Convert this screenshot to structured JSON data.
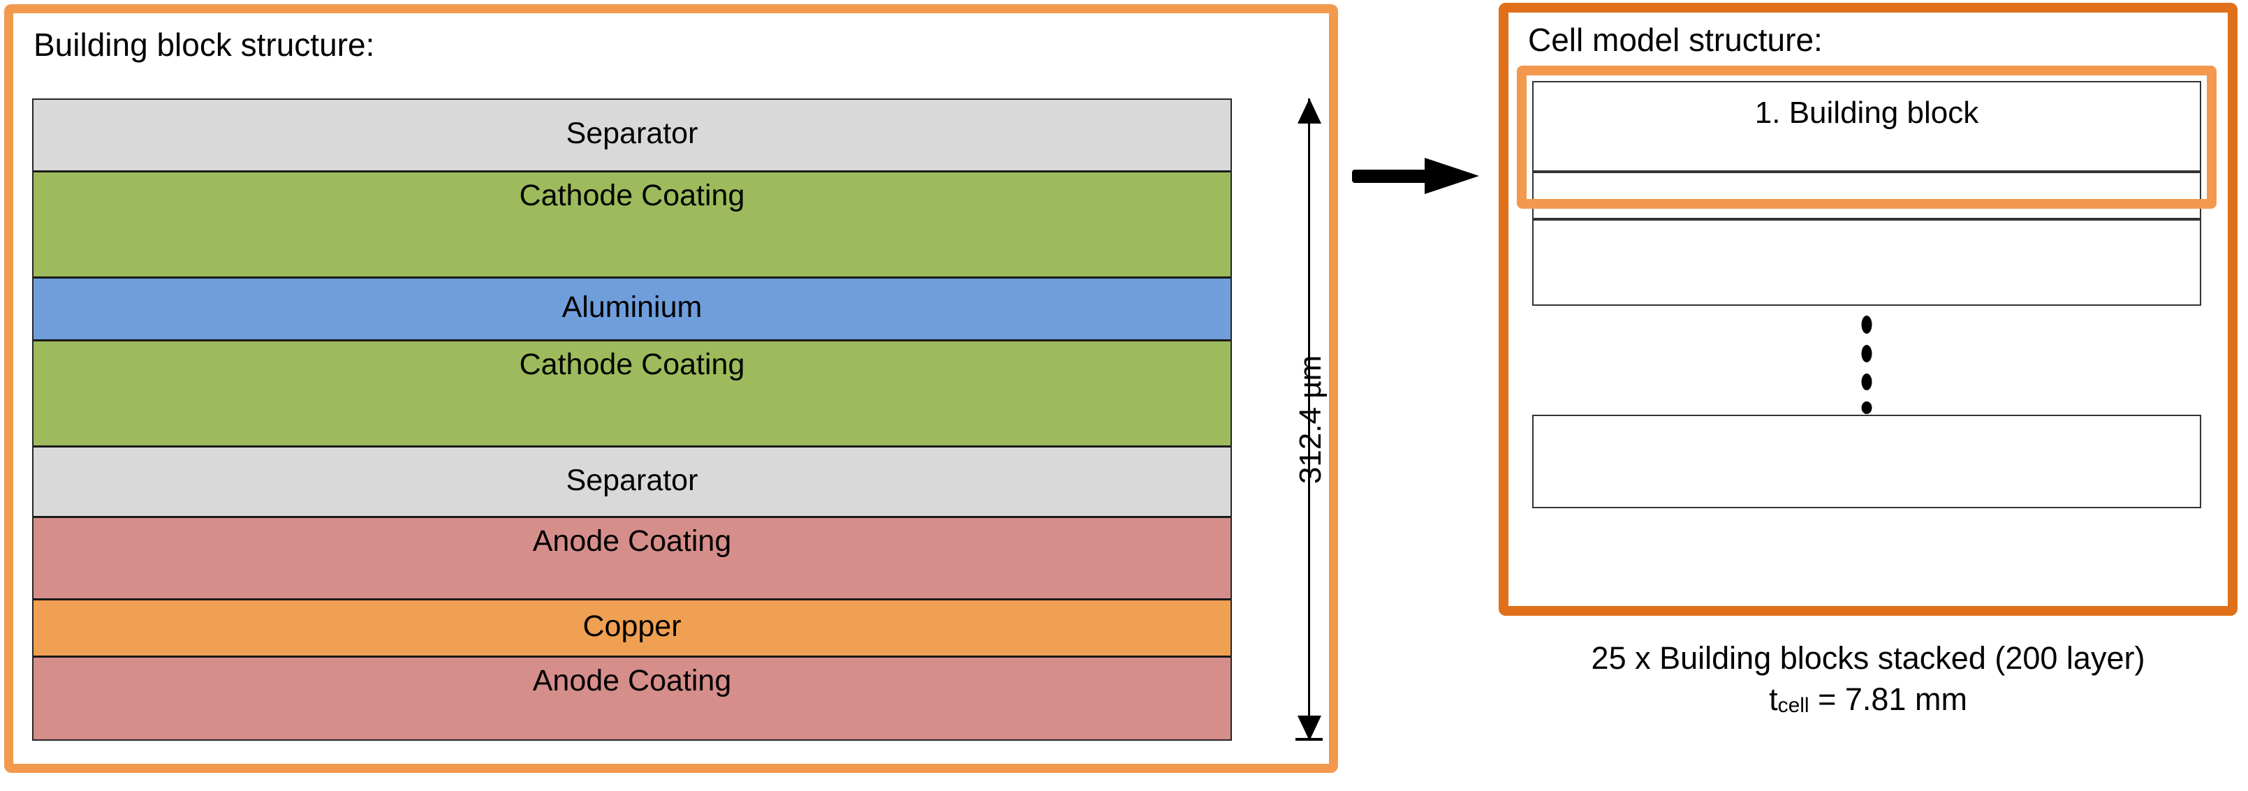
{
  "left_panel": {
    "title": "Building block structure:",
    "border_color": "#f2994e",
    "layers": [
      {
        "label": "Separator",
        "color": "#d9d9d9",
        "height_pct": 11.4
      },
      {
        "label": "Cathode Coating",
        "color": "#9dbb5c",
        "height_pct": 16.6
      },
      {
        "label": "Aluminium",
        "color": "#6f9edb",
        "height_pct": 9.8
      },
      {
        "label": "Cathode Coating",
        "color": "#9dbb5c",
        "height_pct": 16.6
      },
      {
        "label": "Separator",
        "color": "#d9d9d9",
        "height_pct": 11.0
      },
      {
        "label": "Anode Coating",
        "color": "#d68e8a",
        "height_pct": 12.9
      },
      {
        "label": "Copper",
        "color": "#f0a053",
        "height_pct": 8.9
      },
      {
        "label": "Anode Coating",
        "color": "#d68e8a",
        "height_pct": 12.8
      }
    ],
    "dimension": {
      "label": "312.4 µm"
    }
  },
  "connector": {
    "icon": "right-arrow-icon"
  },
  "right_panel": {
    "title": "Cell model structure:",
    "border_color": "#e0711a",
    "highlight_color": "#f2994e",
    "blocks": [
      {
        "label": "1. Building block"
      },
      {
        "label": ""
      },
      {
        "label": ""
      },
      {
        "label": ""
      }
    ],
    "ellipsis_dots": 4,
    "caption": {
      "line1": "25 x Building blocks stacked (200 layer)",
      "line2_prefix": "t",
      "line2_subscript": "cell",
      "line2_suffix": " = 7.81 mm"
    }
  }
}
